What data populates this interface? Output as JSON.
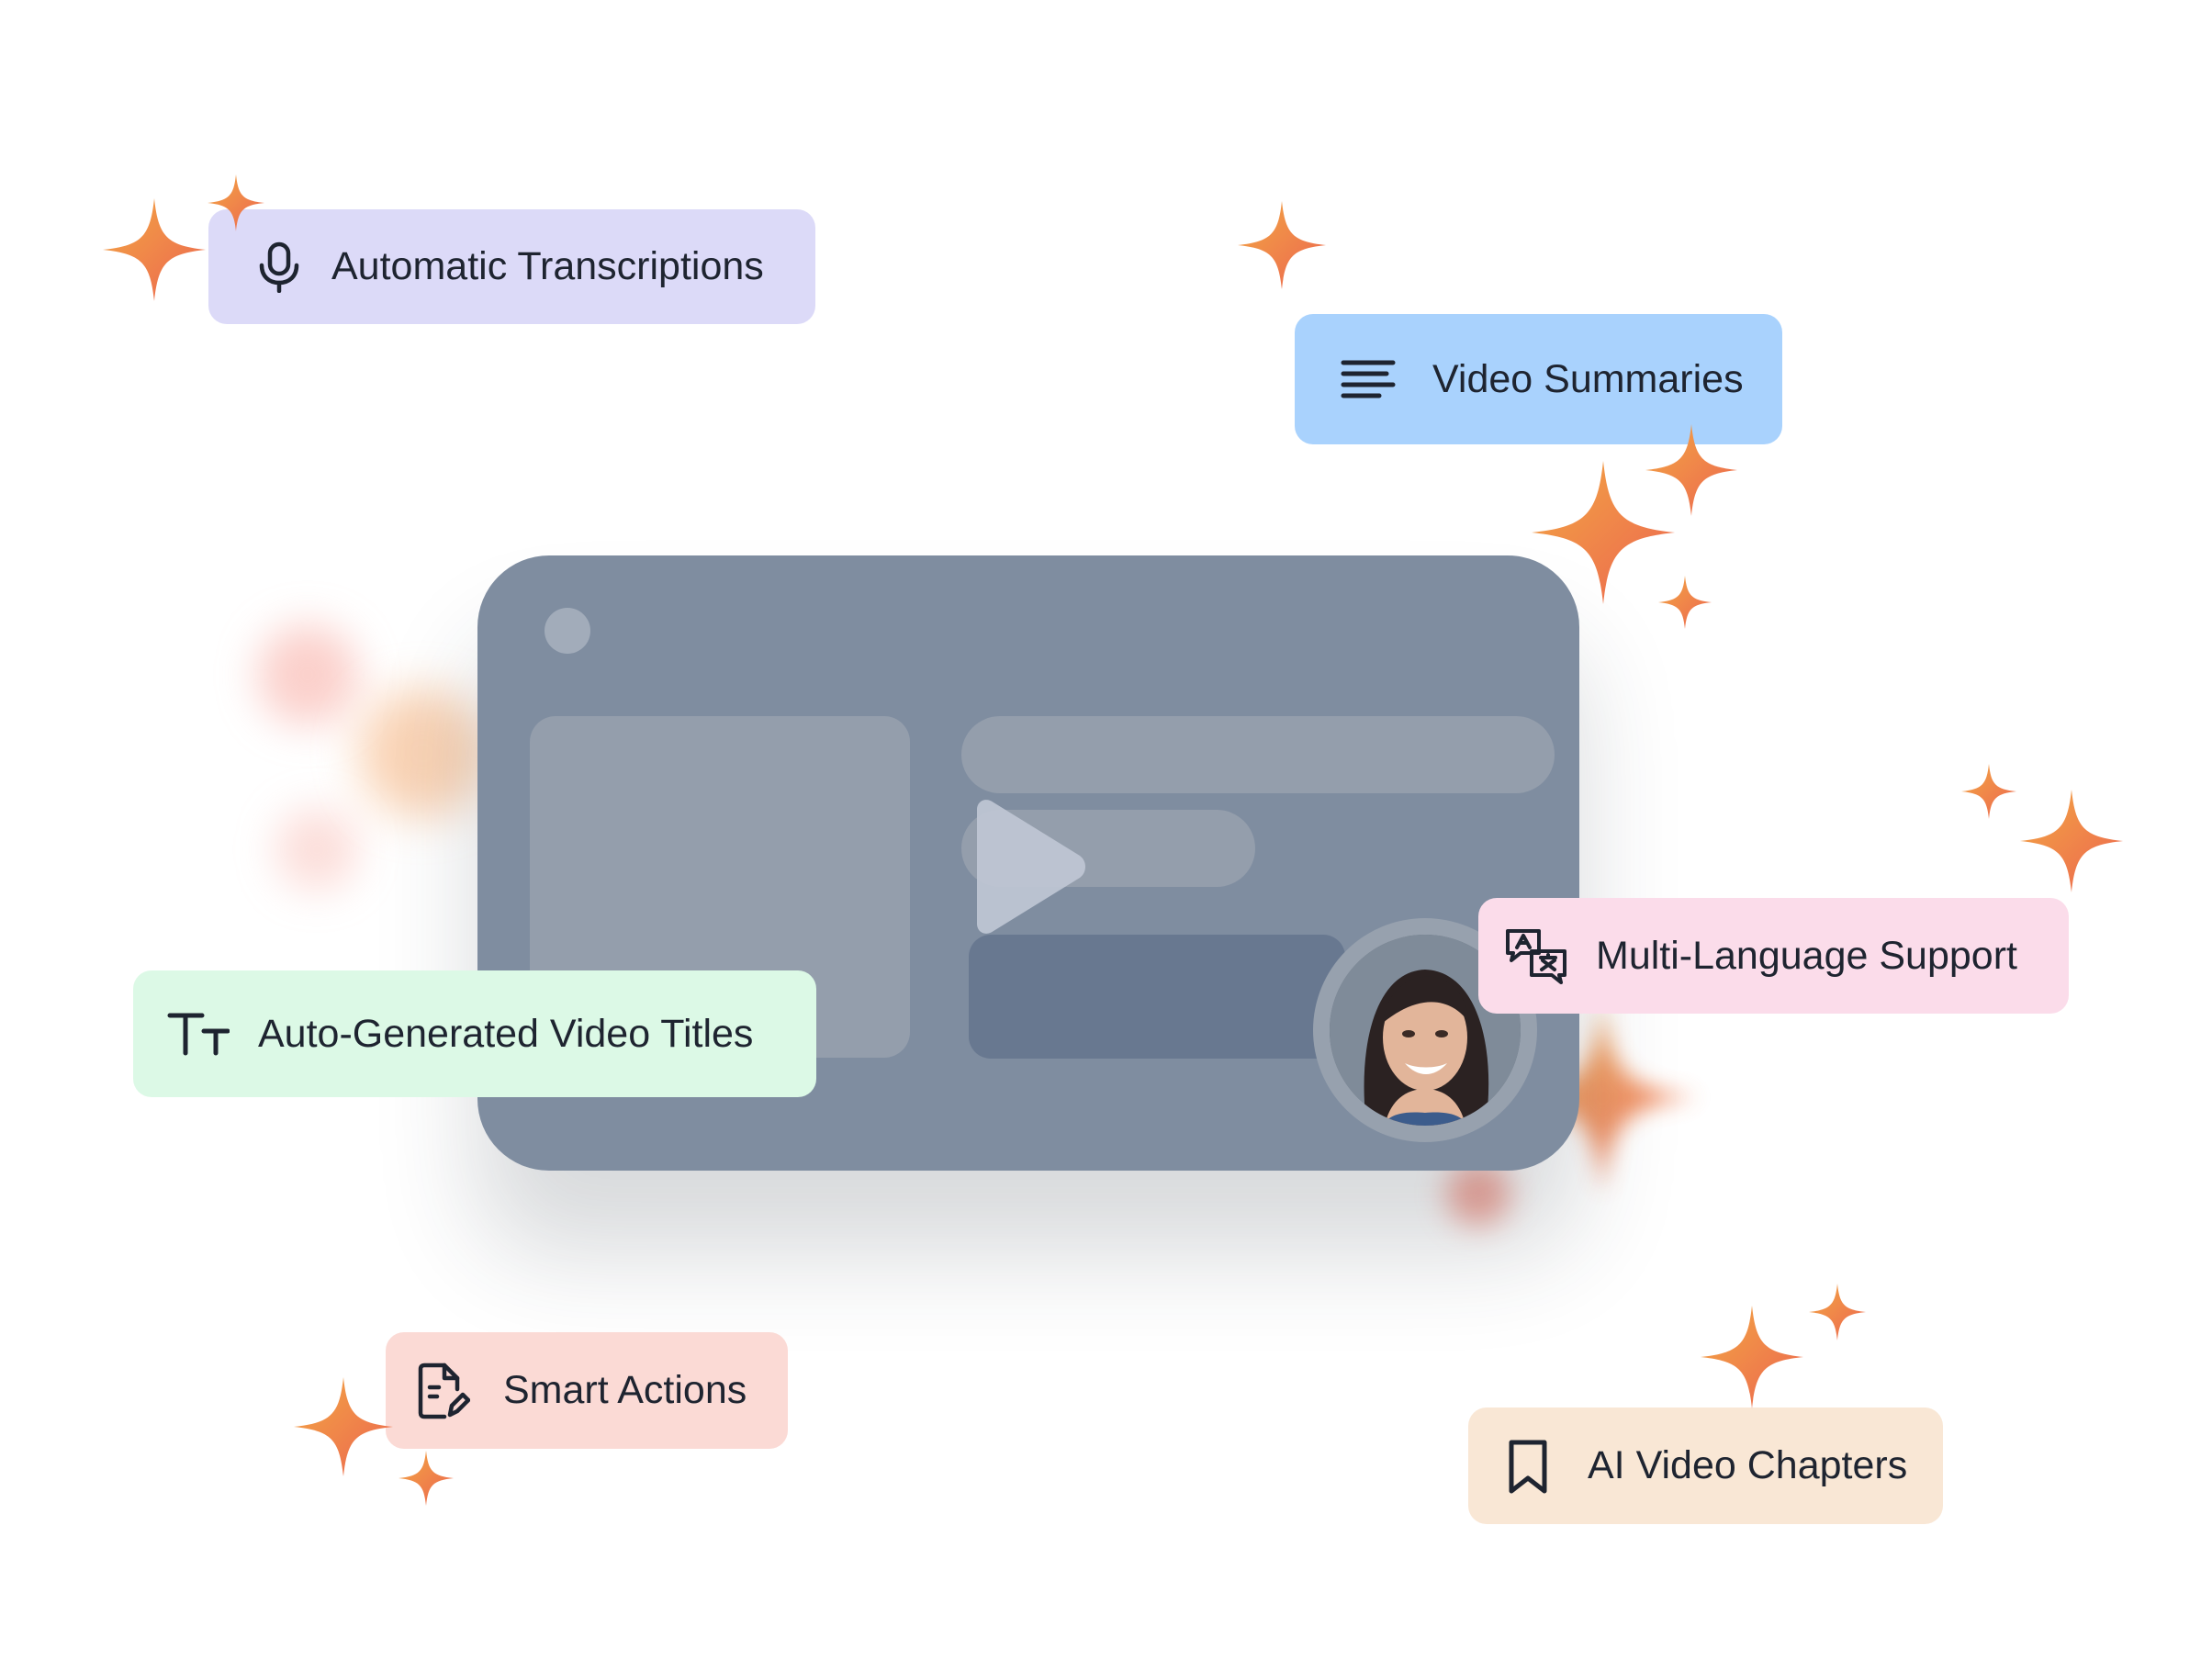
{
  "features": {
    "transcriptions": {
      "label": "Automatic Transcriptions",
      "icon": "microphone-icon",
      "bg": "#dcdaf8"
    },
    "summaries": {
      "label": "Video Summaries",
      "icon": "align-left-icon",
      "bg": "#a9d2fd"
    },
    "languages": {
      "label": "Multi-Language Support",
      "icon": "translate-icon",
      "bg": "#fbdcea"
    },
    "titles": {
      "label": "Auto-Generated Video Titles",
      "icon": "text-size-icon",
      "bg": "#dcf9e6"
    },
    "smart_actions": {
      "label": "Smart Actions",
      "icon": "document-edit-icon",
      "bg": "#fbdad5"
    },
    "chapters": {
      "label": "AI Video Chapters",
      "icon": "bookmark-icon",
      "bg": "#f9e7d5"
    }
  },
  "colors": {
    "sparkle_start": "#f0a040",
    "sparkle_end": "#ee6a4e",
    "player_card": "#7f8da0"
  },
  "player": {
    "play_icon": "play-icon",
    "avatar": "presenter-avatar"
  }
}
